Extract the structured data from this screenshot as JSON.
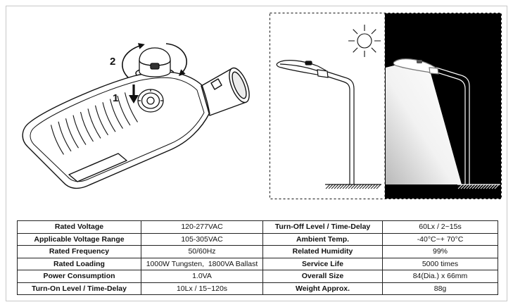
{
  "diagram": {
    "rotate_step_label": "2",
    "insert_step_label": "1",
    "icons": {
      "rotate": "rotate-arrow-icon",
      "insert": "arrow-down-icon",
      "daylight": "sun-icon"
    }
  },
  "specs": {
    "rows": [
      {
        "label_left": "Rated Voltage",
        "value_left": "120-277VAC",
        "label_right": "Turn-Off Level / Time-Delay",
        "value_right": "60Lx / 2~15s"
      },
      {
        "label_left": "Applicable Voltage Range",
        "value_left": "105-305VAC",
        "label_right": "Ambient Temp.",
        "value_right": "-40°C~+ 70°C"
      },
      {
        "label_left": "Rated Frequency",
        "value_left": "50/60Hz",
        "label_right": "Related Humidity",
        "value_right": "99%"
      },
      {
        "label_left": "Rated Loading",
        "value_left": "1000W Tungsten,  1800VA Ballast",
        "label_right": "Service Life",
        "value_right": "5000 times"
      },
      {
        "label_left": "Power Consumption",
        "value_left": "1.0VA",
        "label_right": "Overall Size",
        "value_right": "84(Dia.) x 66mm"
      },
      {
        "label_left": "Turn-On Level / Time-Delay",
        "value_left": "10Lx / 15~120s",
        "label_right": "Weight Approx.",
        "value_right": "88g"
      }
    ]
  },
  "colors": {
    "ink": "#111111",
    "paper": "#ffffff",
    "night_background": "#000000",
    "frame": "#c8c8c8"
  }
}
